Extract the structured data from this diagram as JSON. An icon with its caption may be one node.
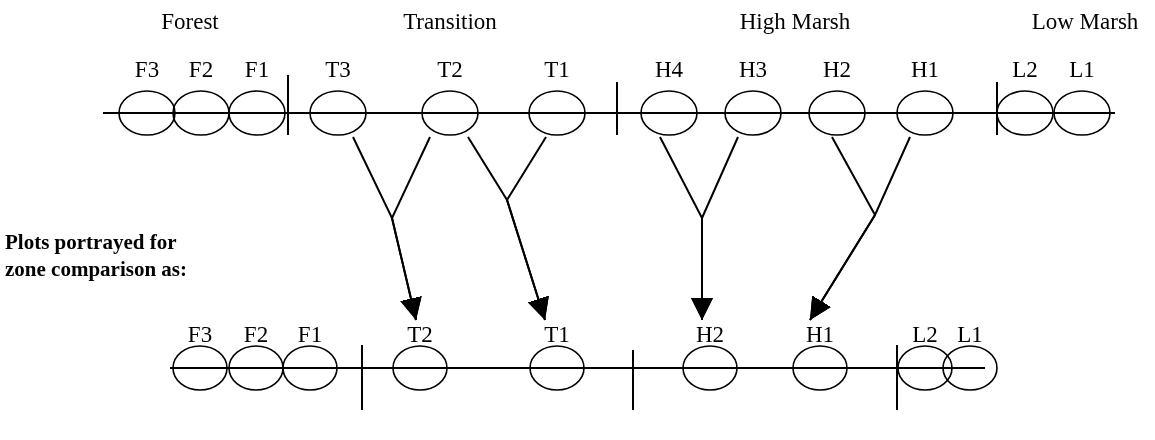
{
  "diagram": {
    "nodes": [
      {
        "text": [
          "F3"
        ]
      },
      {
        "text": [
          "F2"
        ]
      },
      {
        "text": [
          "F1"
        ]
      },
      {
        "text": [
          "T3"
        ]
      },
      {
        "text": [
          "T2"
        ]
      },
      {
        "text": [
          "T1"
        ]
      },
      {
        "text": [
          "H4"
        ]
      },
      {
        "text": [
          "H3"
        ]
      },
      {
        "text": [
          "H2"
        ]
      },
      {
        "text": [
          "H1"
        ]
      },
      {
        "text": [
          "L2"
        ]
      },
      {
        "text": [
          "L1"
        ]
      },
      {
        "text": [
          "F3"
        ]
      },
      {
        "text": [
          "F2"
        ]
      },
      {
        "text": [
          "F1"
        ]
      },
      {
        "text": [
          "T2"
        ]
      },
      {
        "text": [
          "T1"
        ]
      },
      {
        "text": [
          "H2"
        ]
      },
      {
        "text": [
          "H1"
        ]
      },
      {
        "text": [
          "L2"
        ]
      },
      {
        "text": [
          "L1"
        ]
      }
    ],
    "edges": [
      {
        "from": 3,
        "to": 15,
        "arrow": "to"
      },
      {
        "from": 4,
        "to": 15,
        "arrow": "to"
      },
      {
        "from": 4,
        "to": 16,
        "arrow": "to"
      },
      {
        "from": 5,
        "to": 16,
        "arrow": "to"
      },
      {
        "from": 6,
        "to": 17,
        "arrow": "to"
      },
      {
        "from": 7,
        "to": 17,
        "arrow": "to"
      },
      {
        "from": 8,
        "to": 18,
        "arrow": "to"
      },
      {
        "from": 9,
        "to": 18,
        "arrow": "to"
      }
    ],
    "labels": [
      "Forest",
      "Transition",
      "High Marsh",
      "Low Marsh",
      "Plots portrayed for zone comparison as:"
    ]
  }
}
